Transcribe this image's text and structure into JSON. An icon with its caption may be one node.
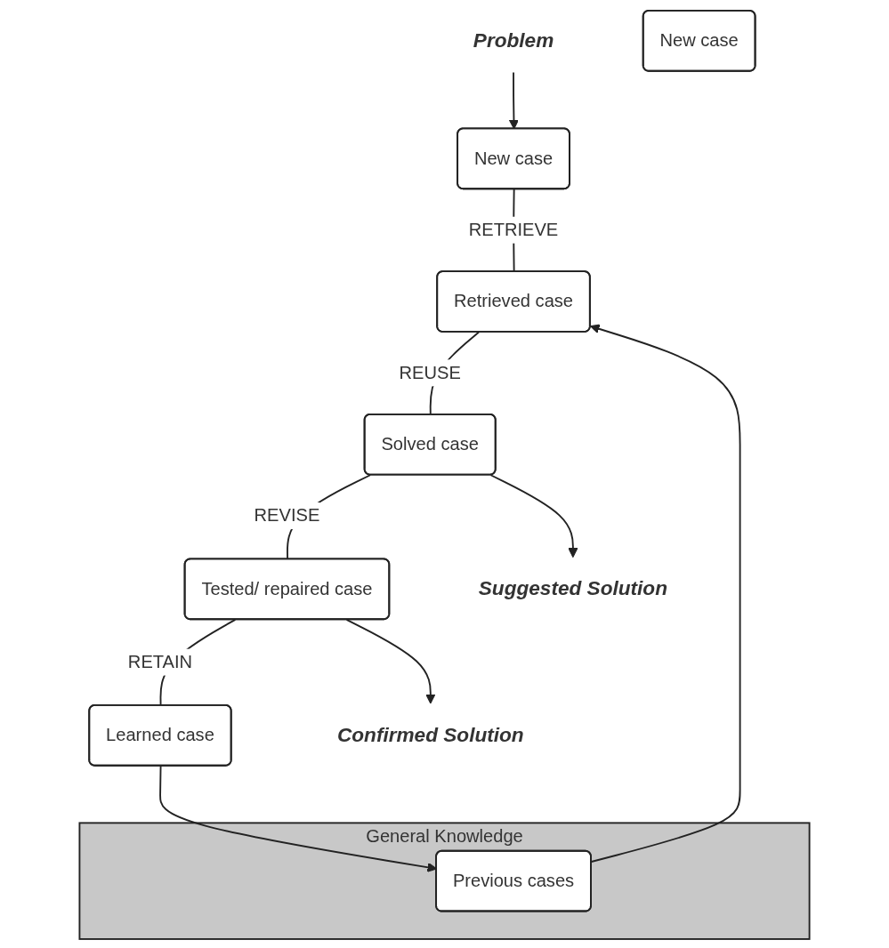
{
  "diagram": {
    "nodes": [
      {
        "text": [
          "Problem"
        ]
      },
      {
        "text": [
          "New case"
        ]
      },
      {
        "text": [
          "General Knowledge"
        ]
      },
      {
        "text": [
          "Previous cases"
        ],
        "in": 2
      },
      {
        "text": [
          "Learned case"
        ]
      },
      {
        "text": [
          "Retrieved case"
        ]
      },
      {
        "text": [
          "New case"
        ]
      },
      {
        "text": [
          "Tested/ repaired case"
        ]
      },
      {
        "text": [
          "Solved case"
        ]
      },
      {
        "text": [
          "Confirmed Solution"
        ]
      },
      {
        "text": [
          "Suggested Solution"
        ]
      }
    ],
    "edges": [
      {
        "from": 0,
        "to": 1,
        "arrow": "to"
      },
      {
        "from": 1,
        "to": 5,
        "arrow": "none",
        "label": "RETRIEVE"
      },
      {
        "from": 4,
        "to": 3,
        "arrow": "to"
      },
      {
        "from": 3,
        "to": 5,
        "arrow": "to"
      },
      {
        "from": 5,
        "to": 8,
        "arrow": "none",
        "label": "REUSE"
      },
      {
        "from": 8,
        "to": 7,
        "arrow": "none",
        "label": "REVISE"
      },
      {
        "from": 7,
        "to": 4,
        "arrow": "none",
        "label": "RETAIN"
      },
      {
        "from": 8,
        "to": 10,
        "arrow": "to"
      },
      {
        "from": 7,
        "to": 9,
        "arrow": "to"
      }
    ]
  }
}
